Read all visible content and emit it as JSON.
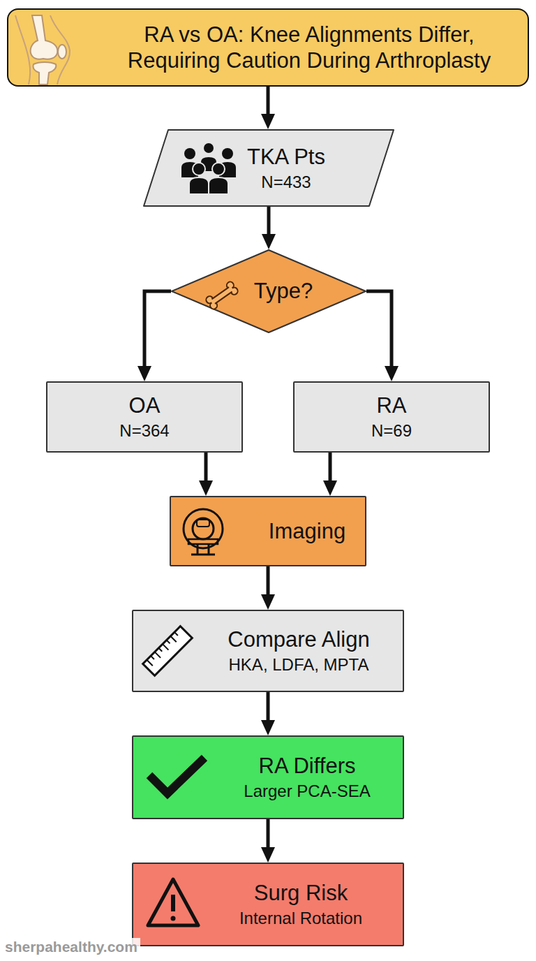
{
  "diagram": {
    "nodes": [
      {
        "text": [
          "RA vs OA: Knee Alignments Differ, Requiring Caution During Arthroplasty"
        ]
      },
      {
        "text": [
          "TKA Pts",
          "N=433"
        ]
      },
      {
        "text": [
          "Type?"
        ]
      },
      {
        "text": [
          "OA",
          "N=364"
        ]
      },
      {
        "text": [
          "RA",
          "N=69"
        ]
      },
      {
        "text": [
          "Imaging"
        ]
      },
      {
        "text": [
          "Compare Align",
          "HKA, LDFA, MPTA"
        ]
      },
      {
        "text": [
          "RA Differs",
          "Larger PCA-SEA"
        ]
      },
      {
        "text": [
          "Surg Risk",
          "Internal Rotation"
        ]
      }
    ],
    "edges": [
      {
        "from": 0,
        "to": 1,
        "arrow": "to"
      },
      {
        "from": 1,
        "to": 2,
        "arrow": "to"
      },
      {
        "from": 2,
        "to": 3,
        "arrow": "to"
      },
      {
        "from": 2,
        "to": 4,
        "arrow": "to"
      },
      {
        "from": 3,
        "to": 5,
        "arrow": "to"
      },
      {
        "from": 4,
        "to": 5,
        "arrow": "to"
      },
      {
        "from": 5,
        "to": 6,
        "arrow": "to"
      },
      {
        "from": 6,
        "to": 7,
        "arrow": "to"
      },
      {
        "from": 7,
        "to": 8,
        "arrow": "to"
      }
    ],
    "labels": [
      "sherpahealthy.com"
    ]
  }
}
